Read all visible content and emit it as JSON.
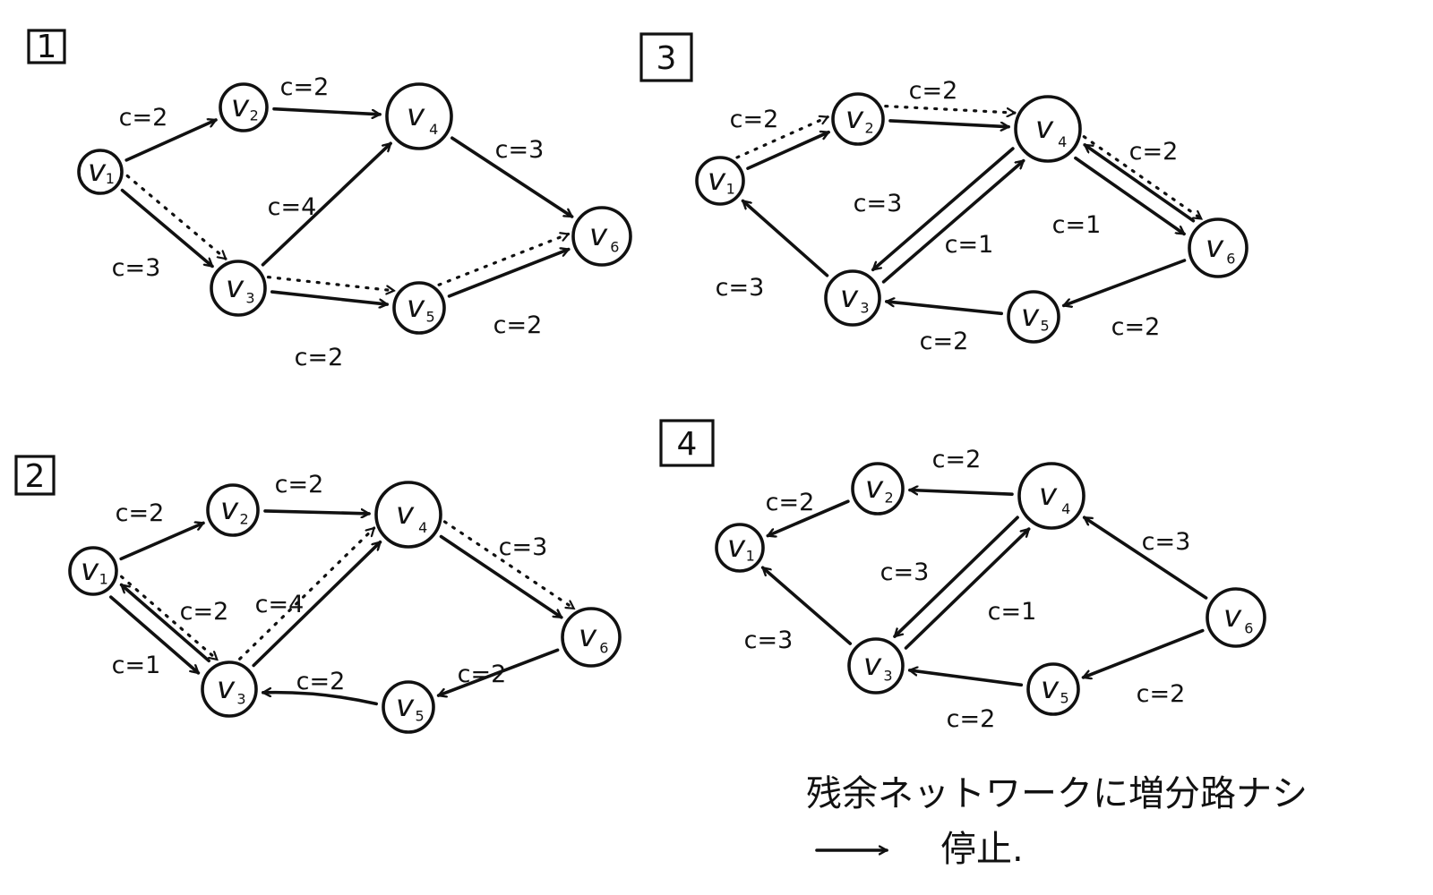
{
  "colors": {
    "ink": "#111111",
    "background": "#ffffff"
  },
  "note": {
    "line1": "残余ネットワークに増分路ナシ",
    "line2": "停止."
  },
  "panels": [
    {
      "id": "p1",
      "number": "1",
      "nodes": [
        {
          "id": "v1",
          "label": "v",
          "sub": "1"
        },
        {
          "id": "v2",
          "label": "v",
          "sub": "2"
        },
        {
          "id": "v3",
          "label": "v",
          "sub": "3"
        },
        {
          "id": "v4",
          "label": "v",
          "sub": "4"
        },
        {
          "id": "v5",
          "label": "v",
          "sub": "5"
        },
        {
          "id": "v6",
          "label": "v",
          "sub": "6"
        }
      ],
      "edges": [
        {
          "from": "v1",
          "to": "v2",
          "label": "c=2"
        },
        {
          "from": "v2",
          "to": "v4",
          "label": "c=2"
        },
        {
          "from": "v1",
          "to": "v3",
          "label": "c=3"
        },
        {
          "from": "v3",
          "to": "v4",
          "label": "c=4"
        },
        {
          "from": "v3",
          "to": "v5",
          "label": "c=2"
        },
        {
          "from": "v4",
          "to": "v6",
          "label": "c=3"
        },
        {
          "from": "v5",
          "to": "v6",
          "label": "c=2"
        }
      ],
      "augmenting_path": [
        "v1",
        "v3",
        "v5",
        "v6"
      ]
    },
    {
      "id": "p2",
      "number": "2",
      "nodes": [
        {
          "id": "v1",
          "label": "v",
          "sub": "1"
        },
        {
          "id": "v2",
          "label": "v",
          "sub": "2"
        },
        {
          "id": "v3",
          "label": "v",
          "sub": "3"
        },
        {
          "id": "v4",
          "label": "v",
          "sub": "4"
        },
        {
          "id": "v5",
          "label": "v",
          "sub": "5"
        },
        {
          "id": "v6",
          "label": "v",
          "sub": "6"
        }
      ],
      "edges": [
        {
          "from": "v1",
          "to": "v2",
          "label": "c=2"
        },
        {
          "from": "v2",
          "to": "v4",
          "label": "c=2"
        },
        {
          "from": "v1",
          "to": "v3",
          "label": "c=1"
        },
        {
          "from": "v3",
          "to": "v1",
          "label": "c=2"
        },
        {
          "from": "v3",
          "to": "v4",
          "label": "c=4"
        },
        {
          "from": "v5",
          "to": "v3",
          "label": "c=2"
        },
        {
          "from": "v4",
          "to": "v6",
          "label": "c=3"
        },
        {
          "from": "v6",
          "to": "v5",
          "label": "c=2"
        }
      ],
      "augmenting_path": [
        "v1",
        "v3",
        "v4",
        "v6"
      ]
    },
    {
      "id": "p3",
      "number": "3",
      "nodes": [
        {
          "id": "v1",
          "label": "v",
          "sub": "1"
        },
        {
          "id": "v2",
          "label": "v",
          "sub": "2"
        },
        {
          "id": "v3",
          "label": "v",
          "sub": "3"
        },
        {
          "id": "v4",
          "label": "v",
          "sub": "4"
        },
        {
          "id": "v5",
          "label": "v",
          "sub": "5"
        },
        {
          "id": "v6",
          "label": "v",
          "sub": "6"
        }
      ],
      "edges": [
        {
          "from": "v1",
          "to": "v2",
          "label": "c=2"
        },
        {
          "from": "v2",
          "to": "v4",
          "label": "c=2"
        },
        {
          "from": "v3",
          "to": "v1",
          "label": "c=3"
        },
        {
          "from": "v3",
          "to": "v4",
          "label": "c=3"
        },
        {
          "from": "v4",
          "to": "v3",
          "label": "c=1"
        },
        {
          "from": "v5",
          "to": "v3",
          "label": "c=2"
        },
        {
          "from": "v4",
          "to": "v6",
          "label": "c=2"
        },
        {
          "from": "v6",
          "to": "v4",
          "label": "c=1"
        },
        {
          "from": "v6",
          "to": "v5",
          "label": "c=2"
        }
      ],
      "augmenting_path": [
        "v1",
        "v2",
        "v4",
        "v6"
      ]
    },
    {
      "id": "p4",
      "number": "4",
      "nodes": [
        {
          "id": "v1",
          "label": "v",
          "sub": "1"
        },
        {
          "id": "v2",
          "label": "v",
          "sub": "2"
        },
        {
          "id": "v3",
          "label": "v",
          "sub": "3"
        },
        {
          "id": "v4",
          "label": "v",
          "sub": "4"
        },
        {
          "id": "v5",
          "label": "v",
          "sub": "5"
        },
        {
          "id": "v6",
          "label": "v",
          "sub": "6"
        }
      ],
      "edges": [
        {
          "from": "v2",
          "to": "v1",
          "label": "c=2"
        },
        {
          "from": "v4",
          "to": "v2",
          "label": "c=2"
        },
        {
          "from": "v3",
          "to": "v1",
          "label": "c=3"
        },
        {
          "from": "v3",
          "to": "v4",
          "label": "c=3"
        },
        {
          "from": "v4",
          "to": "v3",
          "label": "c=1"
        },
        {
          "from": "v6",
          "to": "v4",
          "label": "c=3"
        },
        {
          "from": "v5",
          "to": "v3",
          "label": "c=2"
        },
        {
          "from": "v6",
          "to": "v5",
          "label": "c=2"
        }
      ],
      "augmenting_path": []
    }
  ]
}
